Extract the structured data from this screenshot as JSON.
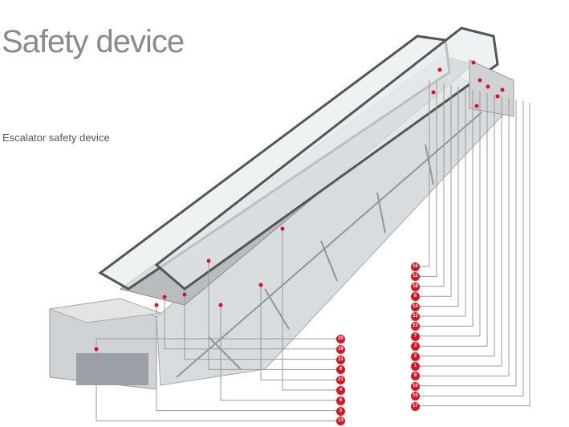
{
  "title": "Safety device",
  "subtitle": "Escalator safety device",
  "callouts_left": [
    "20",
    "19",
    "11",
    "8",
    "21",
    "4",
    "6",
    "5",
    "13"
  ],
  "callouts_right": [
    "16",
    "12",
    "18",
    "6",
    "14",
    "22",
    "23",
    "7",
    "3",
    "2",
    "1",
    "9",
    "10",
    "15",
    "17"
  ],
  "colors": {
    "badge": "#e0101e",
    "line": "#999999"
  }
}
